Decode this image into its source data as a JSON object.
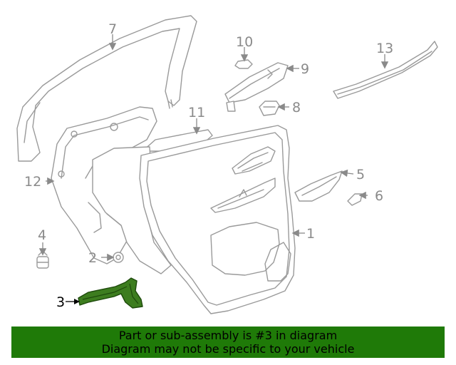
{
  "callouts": {
    "c1": "1",
    "c2": "2",
    "c3": "3",
    "c4": "4",
    "c5": "5",
    "c6": "6",
    "c7": "7",
    "c8": "8",
    "c9": "9",
    "c10": "10",
    "c11": "11",
    "c12": "12",
    "c13": "13"
  },
  "highlighted_part": "3",
  "colors": {
    "highlight": "#3d7d1f",
    "banner": "#1f7a08",
    "line": "#9a9a9a"
  },
  "banner": {
    "line1": "Part or sub-assembly is #3 in diagram",
    "line2": "Diagram may not be specific to your vehicle"
  }
}
